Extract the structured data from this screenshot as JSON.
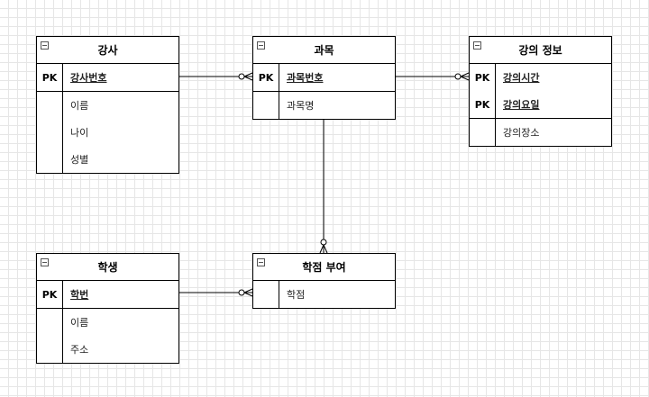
{
  "diagram": {
    "entities": [
      {
        "key": "instructor",
        "title": "강사",
        "pk": [
          "강사번호"
        ],
        "attrs": [
          "이름",
          "나이",
          "성별"
        ]
      },
      {
        "key": "course",
        "title": "과목",
        "pk": [
          "과목번호"
        ],
        "attrs": [
          "과목명"
        ]
      },
      {
        "key": "lecture",
        "title": "강의 정보",
        "pk": [
          "강의시간",
          "강의요일"
        ],
        "attrs": [
          "강의장소"
        ]
      },
      {
        "key": "student",
        "title": "학생",
        "pk": [
          "학번"
        ],
        "attrs": [
          "이름",
          "주소"
        ]
      },
      {
        "key": "grade",
        "title": "학점 부여",
        "pk": [],
        "attrs": [
          "학점"
        ]
      }
    ],
    "pk_label": "PK",
    "relationships": [
      {
        "from": "instructor",
        "to": "course",
        "end": "zero-or-many"
      },
      {
        "from": "course",
        "to": "lecture",
        "end": "zero-or-many"
      },
      {
        "from": "course",
        "to": "grade",
        "end": "zero-or-many"
      },
      {
        "from": "student",
        "to": "grade",
        "end": "zero-or-many"
      }
    ]
  }
}
